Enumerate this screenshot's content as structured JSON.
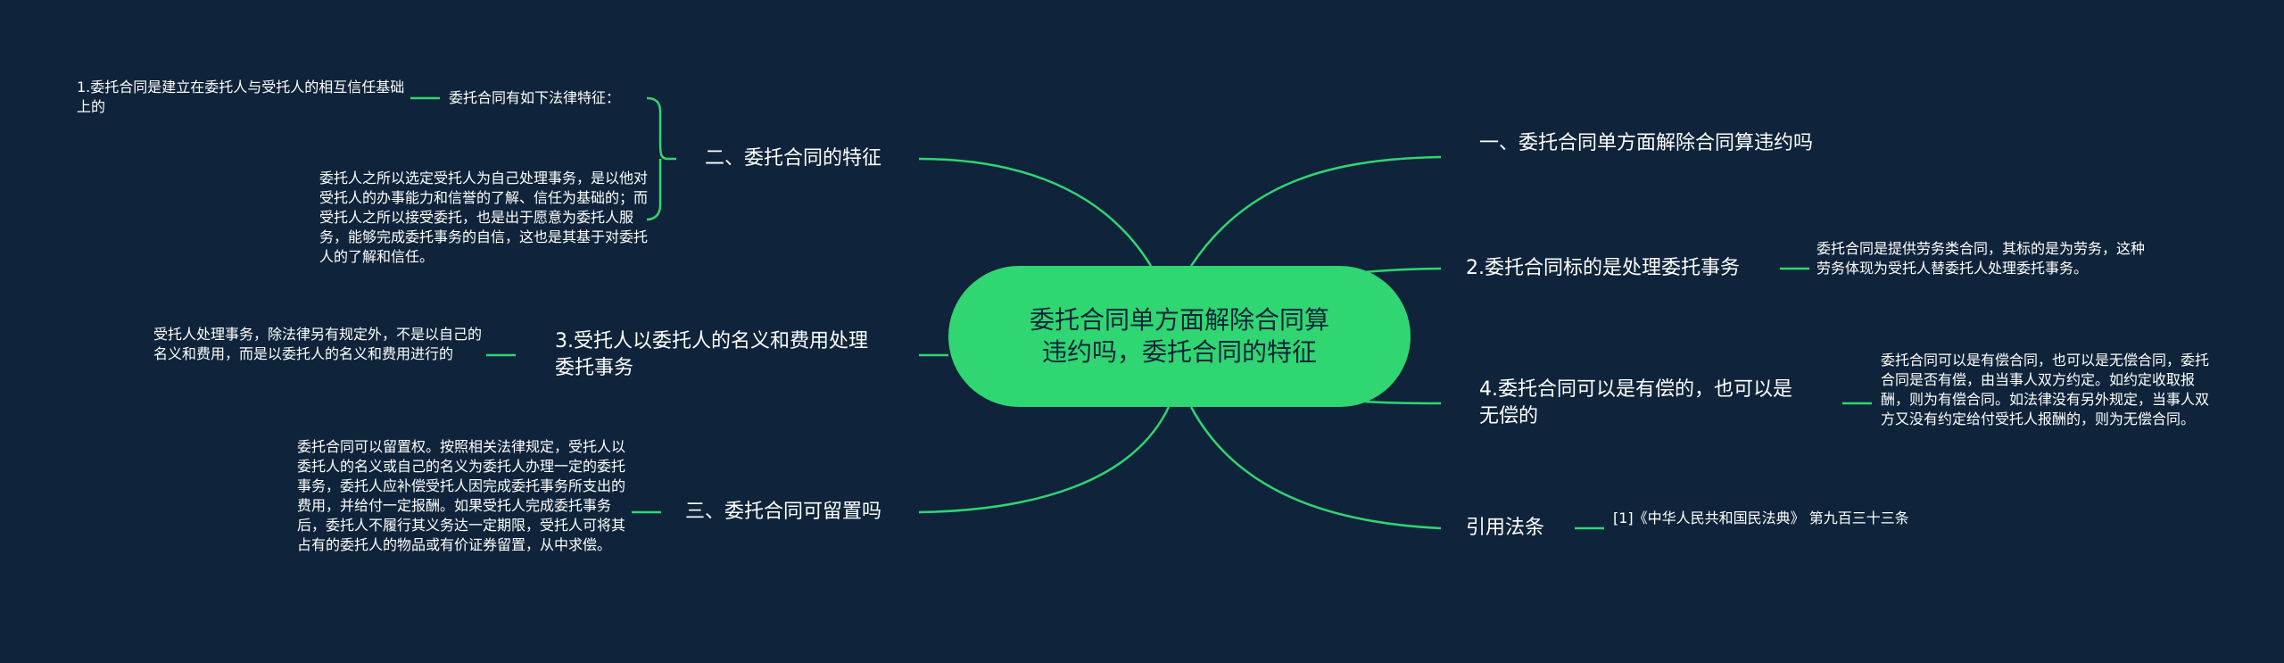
{
  "root": {
    "title": "委托合同单方面解除合同算违约吗，委托合同的特征"
  },
  "right": [
    {
      "label": "一、委托合同单方面解除合同算违约吗"
    },
    {
      "label": "2.委托合同标的是处理委托事务",
      "detail": "委托合同是提供劳务类合同，其标的是为劳务，这种劳务体现为受托人替委托人处理委托事务。"
    },
    {
      "label": "4.委托合同可以是有偿的，也可以是无偿的",
      "detail": "委托合同可以是有偿合同，也可以是无偿合同，委托合同是否有偿，由当事人双方约定。如约定收取报酬，则为有偿合同。如法律没有另外规定，当事人双方又没有约定给付受托人报酬的，则为无偿合同。"
    },
    {
      "label": "引用法条",
      "detail": "[1]《中华人民共和国民法典》 第九百三十三条"
    }
  ],
  "left": {
    "features": {
      "label": "二、委托合同的特征",
      "sub_label": "委托合同有如下法律特征：",
      "sub_detail": "1.委托合同是建立在委托人与受托人的相互信任基础上的",
      "detail": "委托人之所以选定受托人为自己处理事务，是以他对受托人的办事能力和信誉的了解、信任为基础的；而受托人之所以接受委托，也是出于愿意为委托人服务，能够完成委托事务的自信，这也是其基于对委托人的了解和信任。"
    },
    "item3": {
      "label": "3.受托人以委托人的名义和费用处理委托事务",
      "detail": "受托人处理事务，除法律另有规定外，不是以自己的名义和费用，而是以委托人的名义和费用进行的"
    },
    "lien": {
      "label": "三、委托合同可留置吗",
      "detail": "委托合同可以留置权。按照相关法律规定，受托人以委托人的名义或自己的名义为委托人办理一定的委托事务，委托人应补偿受托人因完成委托事务所支出的费用，并给付一定报酬。如果受托人完成委托事务后，委托人不履行其义务达一定期限，受托人可将其占有的委托人的物品或有价证券留置，从中求偿。"
    }
  },
  "colors": {
    "background": "#0f243a",
    "accent": "#2fd672",
    "text": "#ffffff"
  }
}
